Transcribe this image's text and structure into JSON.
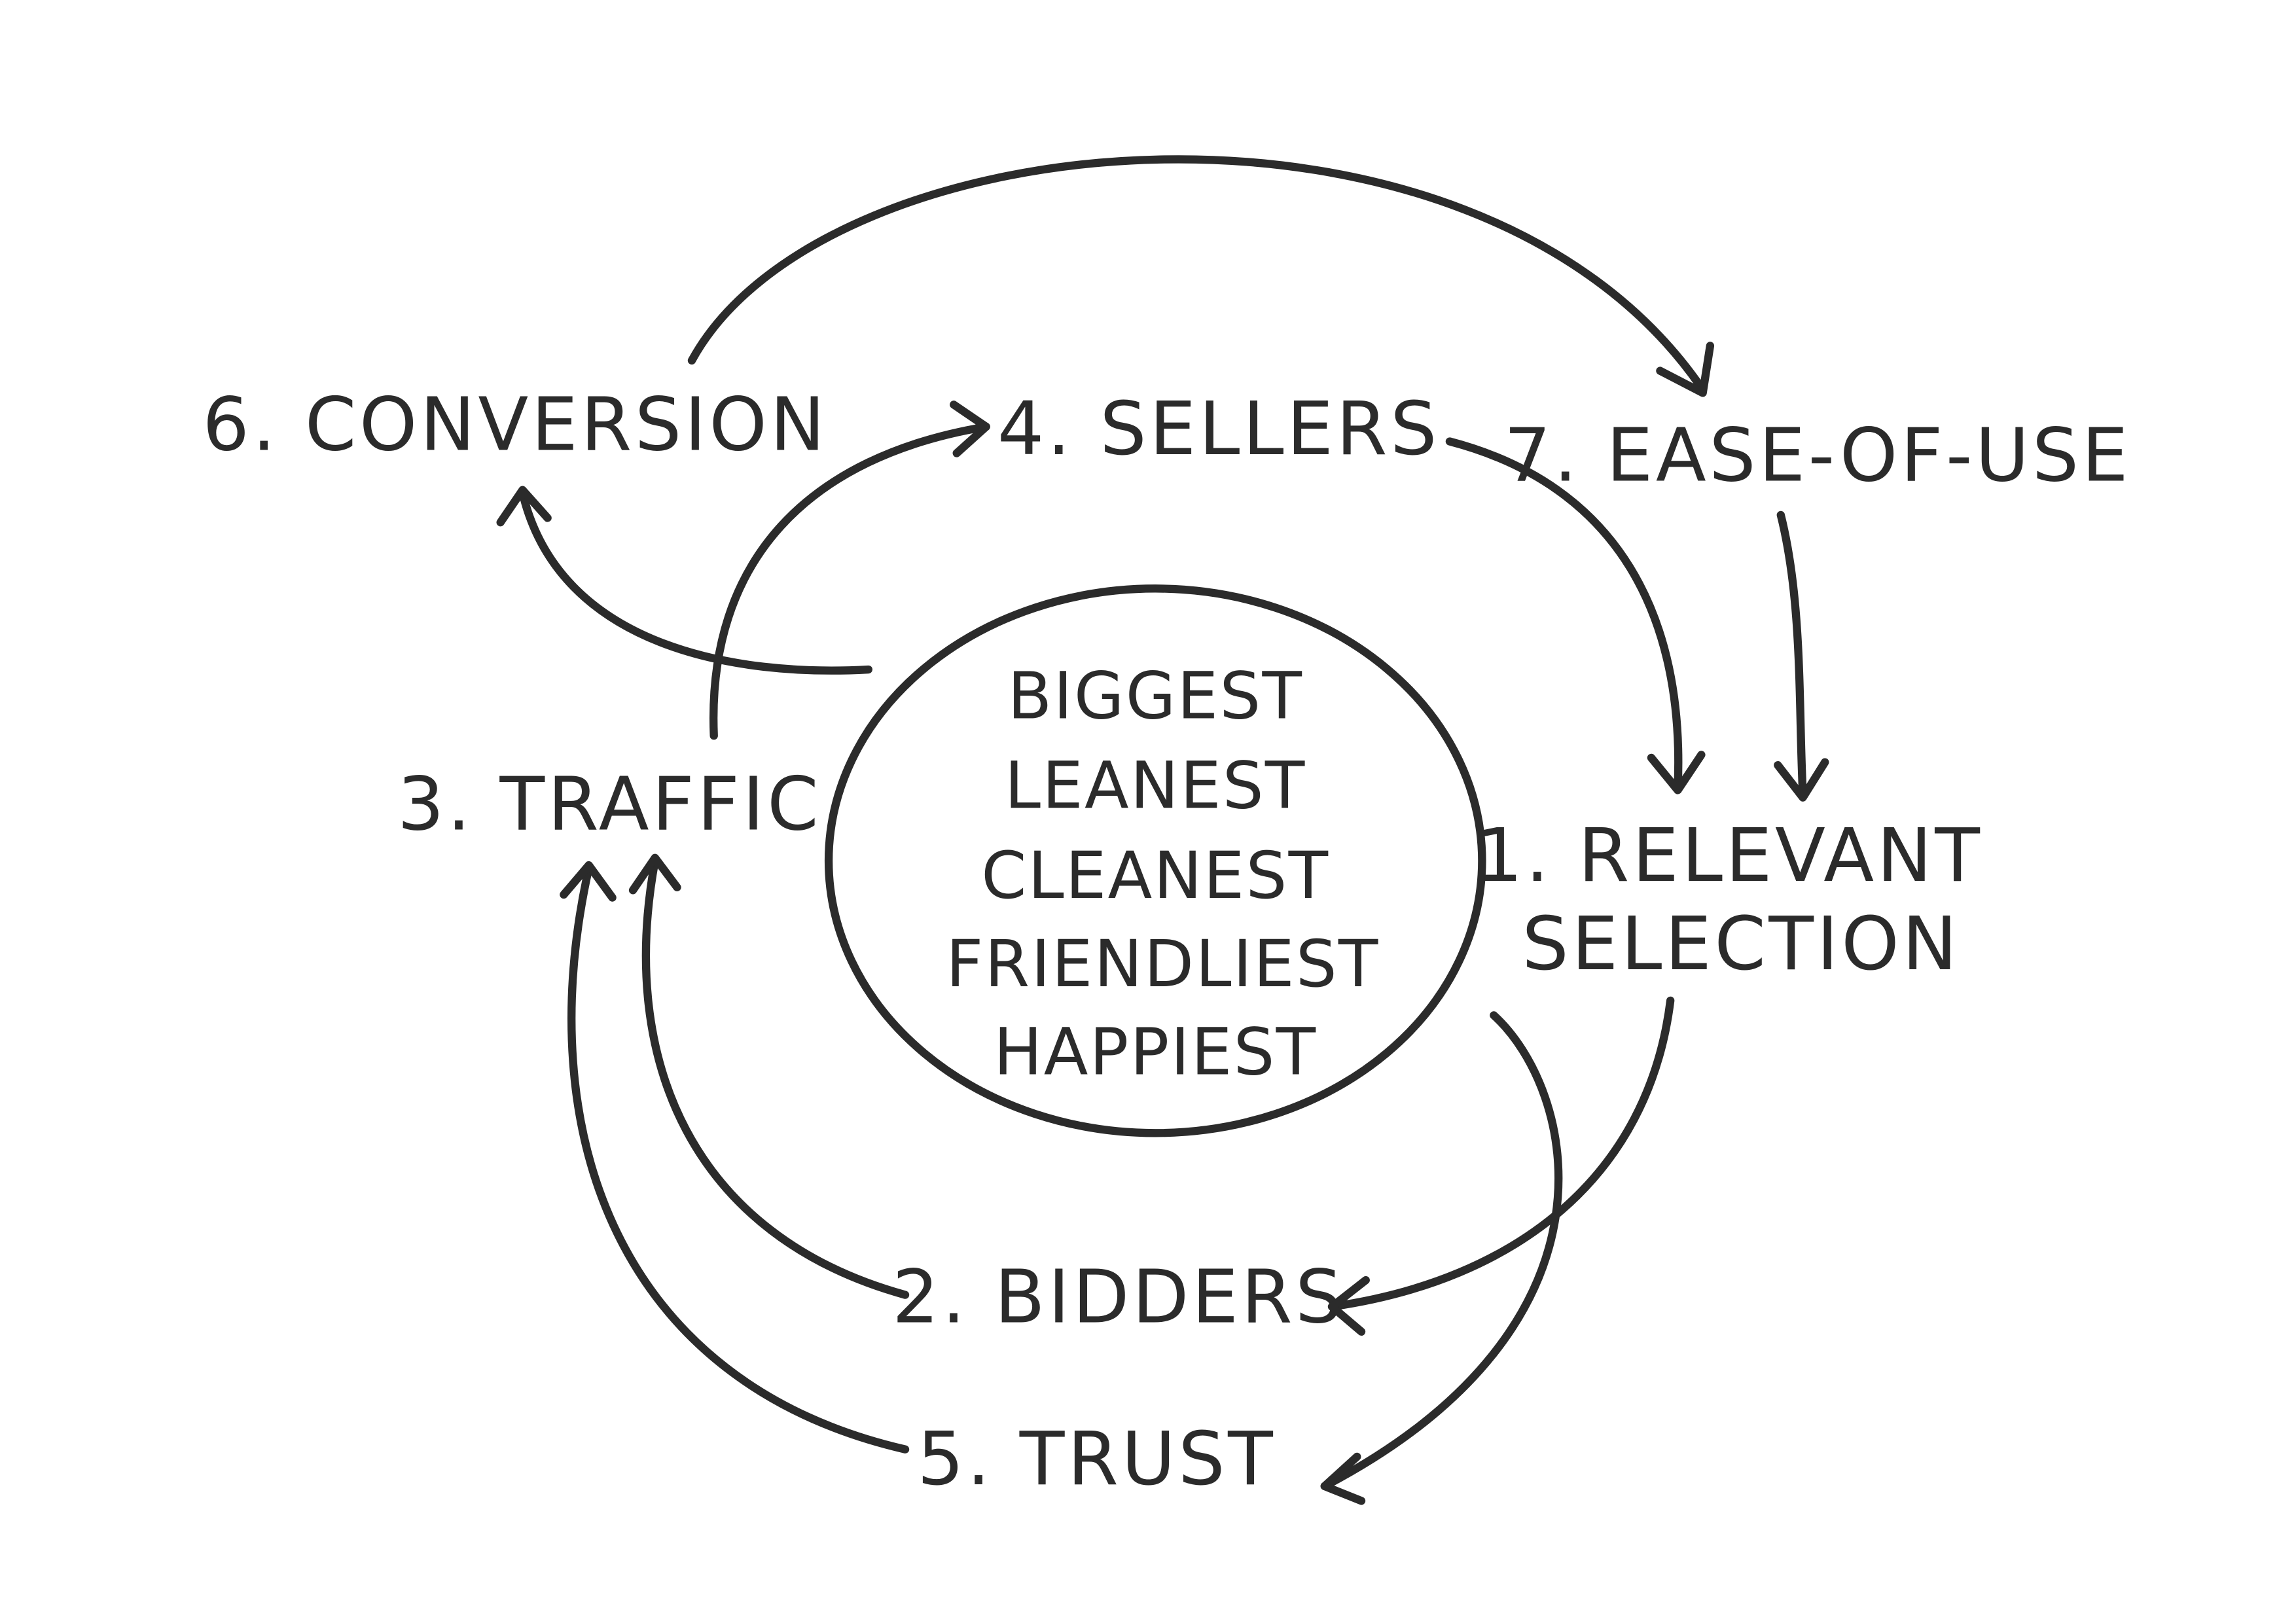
{
  "diagram": {
    "center": {
      "lines": [
        "BIGGEST",
        "LEANEST",
        "CLEANEST",
        "FRIENDLIEST",
        "HAPPIEST"
      ]
    },
    "nodes": {
      "conversion": "6. CONVERSION",
      "sellers": "4. SELLERS",
      "ease_of_use": "7. EASE-OF-USE",
      "traffic": "3. TRAFFIC",
      "relevant_line1": "1. RELEVANT",
      "relevant_line2": "SELECTION",
      "bidders": "2. BIDDERS",
      "trust": "5. TRUST"
    },
    "colors": {
      "ink": "#2b2b2b",
      "background": "#ffffff"
    }
  }
}
